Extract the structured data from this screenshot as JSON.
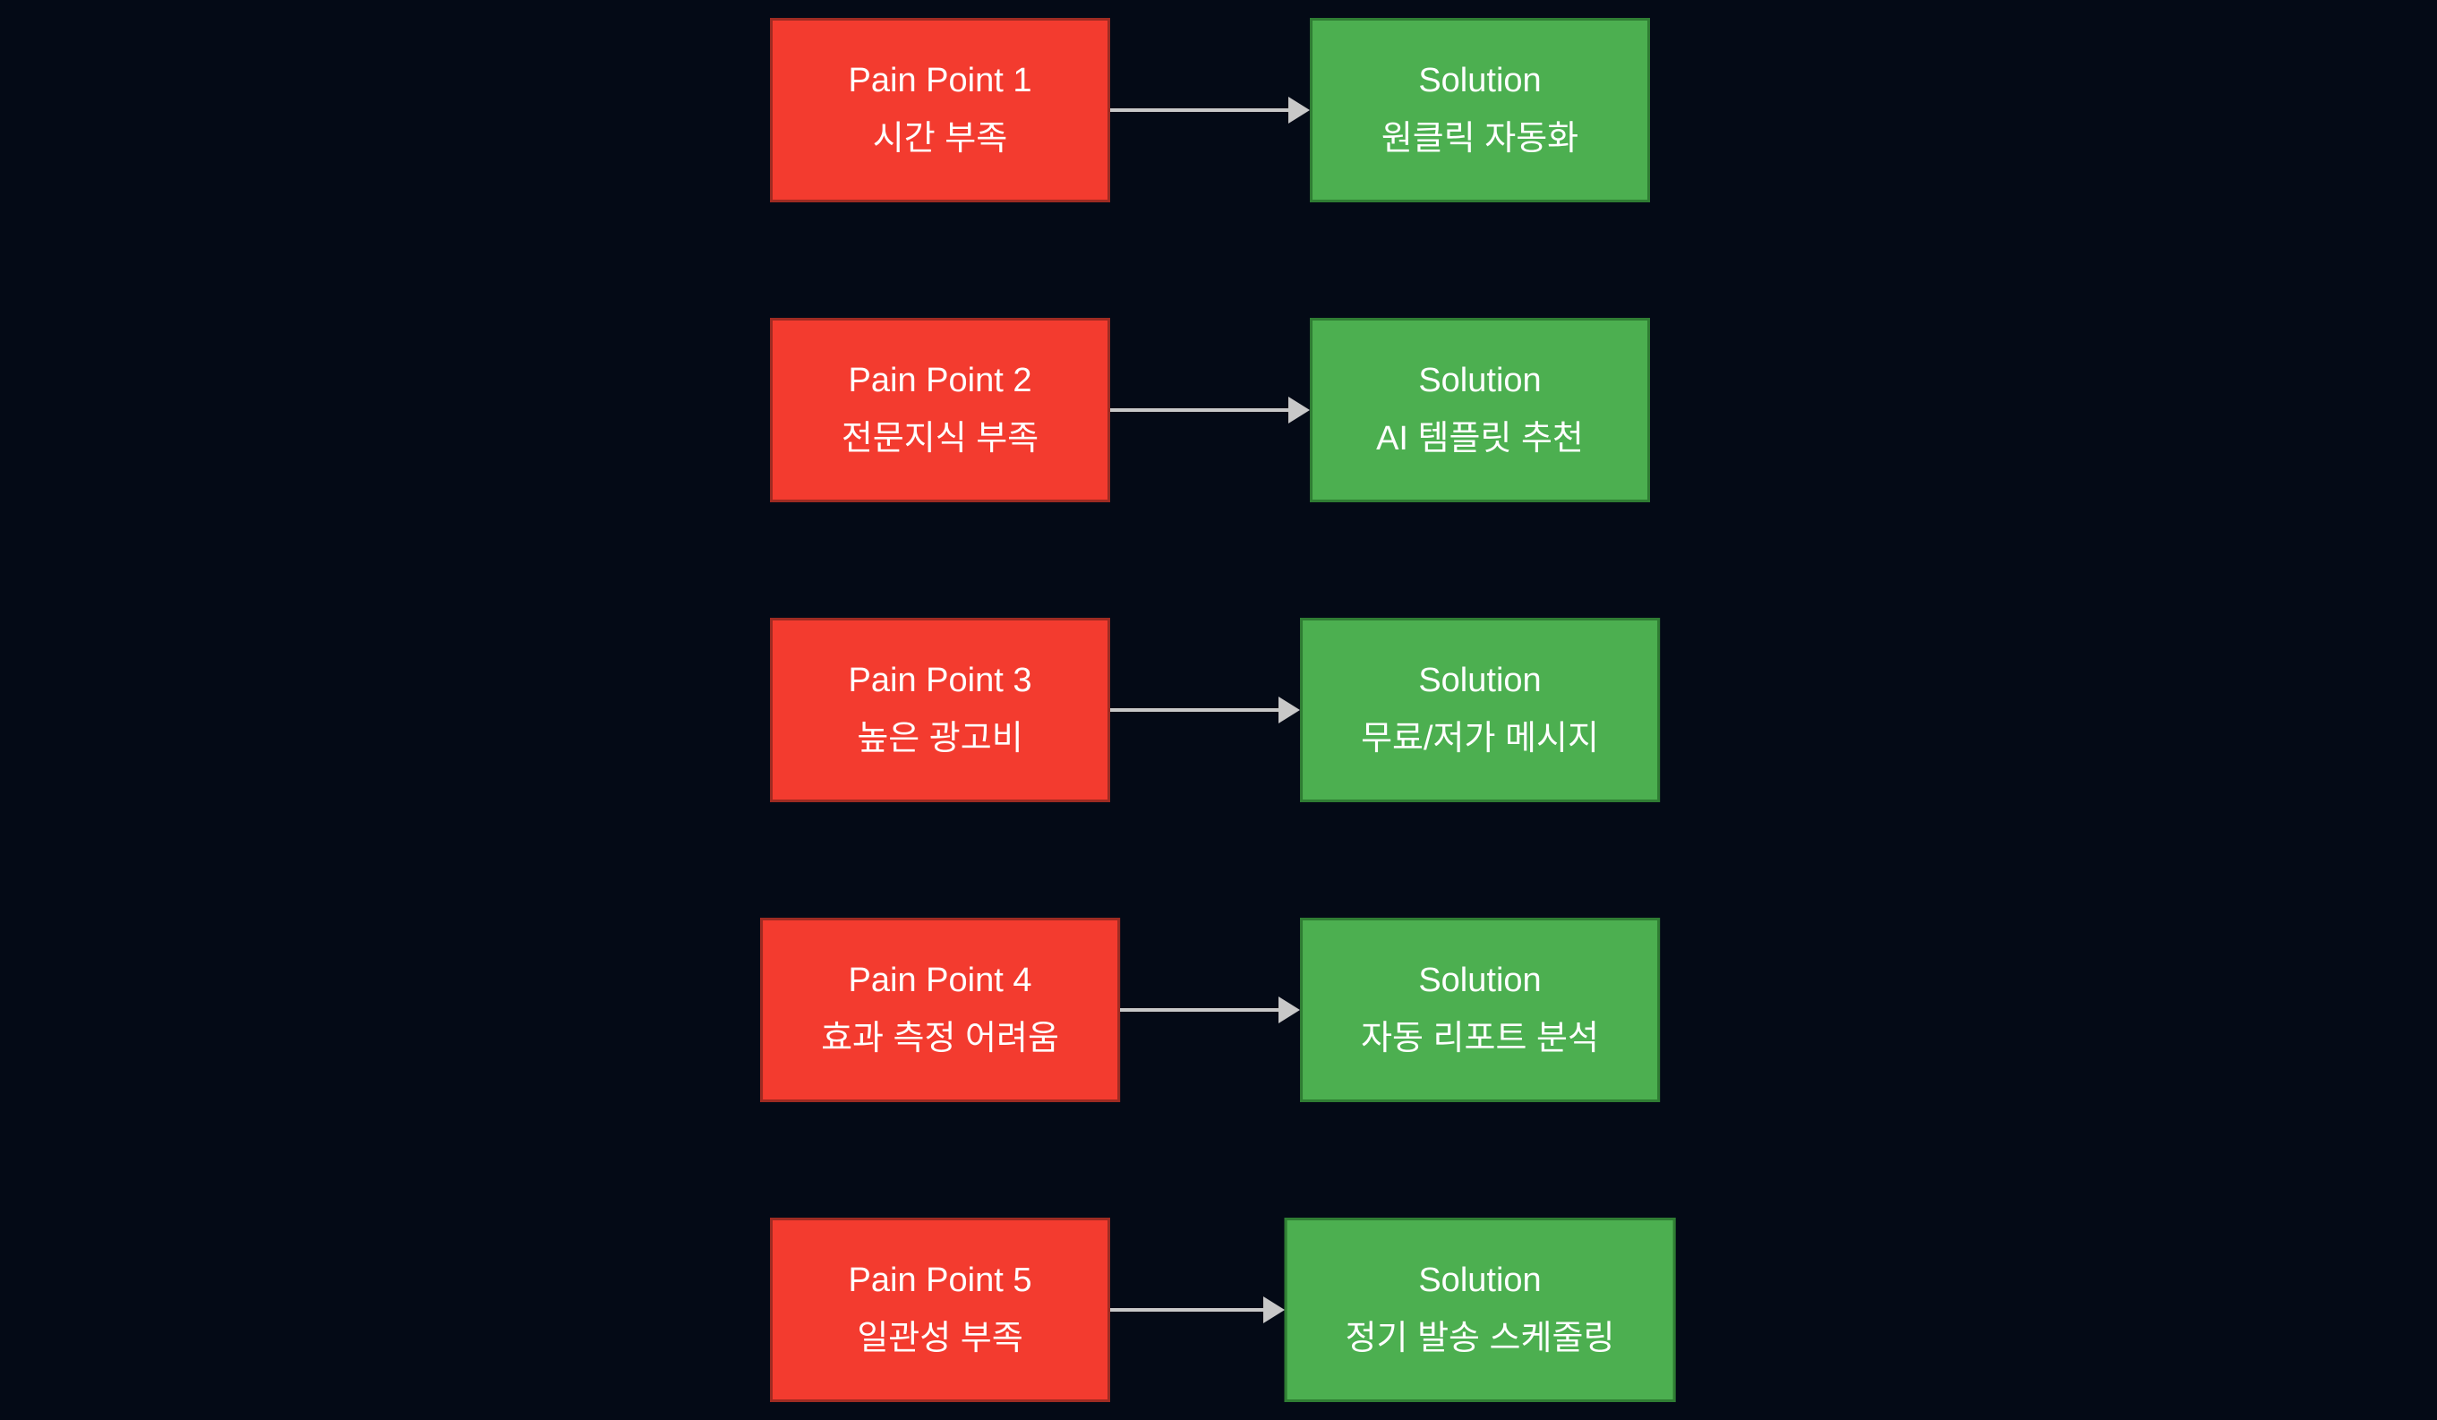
{
  "colors": {
    "background": "#040a16",
    "pain_fill": "#f33b2f",
    "pain_border": "#9e2b22",
    "solution_fill": "#4caf50",
    "solution_border": "#2f7d33",
    "arrow": "#c8c8c8",
    "text": "#ffffff"
  },
  "rows": [
    {
      "pain": {
        "title": "Pain Point 1",
        "subtitle": "시간 부족"
      },
      "solution": {
        "title": "Solution",
        "subtitle": "원클릭 자동화"
      }
    },
    {
      "pain": {
        "title": "Pain Point 2",
        "subtitle": "전문지식 부족"
      },
      "solution": {
        "title": "Solution",
        "subtitle": "AI 템플릿 추천"
      }
    },
    {
      "pain": {
        "title": "Pain Point 3",
        "subtitle": "높은 광고비"
      },
      "solution": {
        "title": "Solution",
        "subtitle": "무료/저가 메시지"
      }
    },
    {
      "pain": {
        "title": "Pain Point 4",
        "subtitle": "효과 측정 어려움"
      },
      "solution": {
        "title": "Solution",
        "subtitle": "자동 리포트 분석"
      }
    },
    {
      "pain": {
        "title": "Pain Point 5",
        "subtitle": "일관성 부족"
      },
      "solution": {
        "title": "Solution",
        "subtitle": "정기 발송 스케줄링"
      }
    }
  ]
}
